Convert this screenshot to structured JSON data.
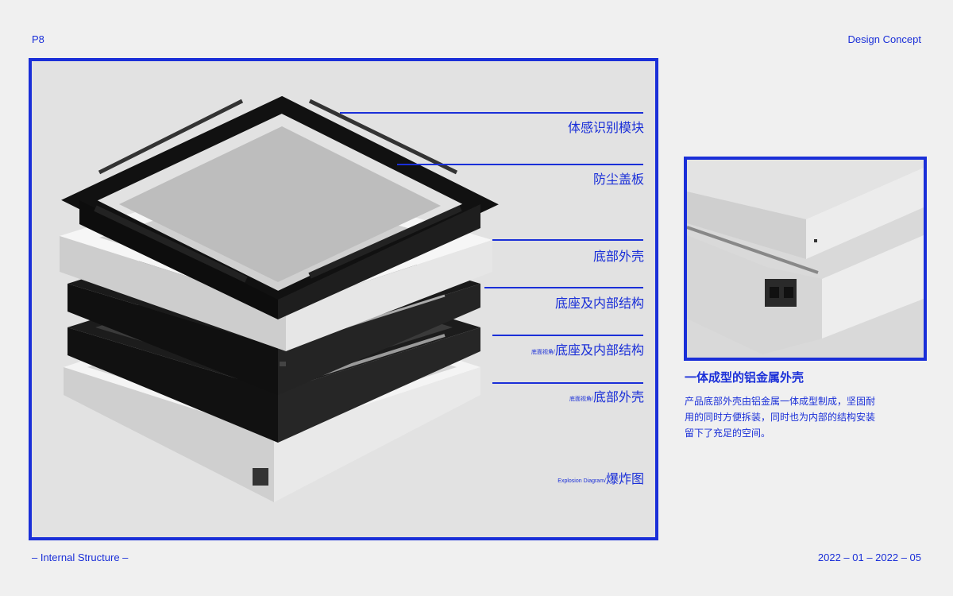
{
  "header": {
    "page": "P8",
    "concept": "Design Concept"
  },
  "footer": {
    "section": "– Internal Structure –",
    "date": "2022 – 01 – 2022 – 05"
  },
  "labels": {
    "module": "体感识别模块",
    "cover": "防尘盖板",
    "shell": "底部外壳",
    "base": "底座及内部结构",
    "base_view_prefix": "底面视角/",
    "base_view": "底座及内部结构",
    "shell_view_prefix": "底面视角/",
    "shell_view": "底部外壳",
    "explosion_en": "Explosion Diagram/",
    "explosion_cn": "爆炸图"
  },
  "detail": {
    "title": "一体成型的铝金属外壳",
    "description": "产品底部外壳由铝金属一体成型制成，坚固耐用的同时方便拆装，同时也为内部的结构安装留下了充足的空间。"
  },
  "colors": {
    "accent": "#1a2fd8",
    "panel": "#e2e2e2",
    "background": "#f0f0f0"
  }
}
